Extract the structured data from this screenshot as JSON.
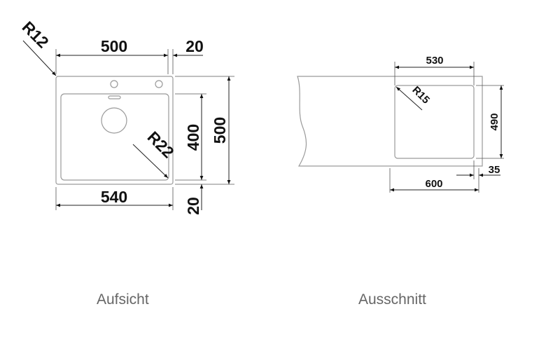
{
  "top_view": {
    "caption": "Aufsicht",
    "dims": {
      "width_inner": "500",
      "rim_top": "20",
      "radius_outer": "R12",
      "radius_inner": "R22",
      "depth_inner": "400",
      "depth_total": "500",
      "width_total": "540",
      "rim_bottom": "20"
    }
  },
  "cutout_view": {
    "caption": "Ausschnitt",
    "dims": {
      "cutout_width": "530",
      "cutout_depth": "490",
      "radius": "R15",
      "counter_depth": "600",
      "offset": "35"
    }
  },
  "colors": {
    "outline": "#9a9a9a",
    "dimension": "#222222",
    "caption": "#666666"
  }
}
